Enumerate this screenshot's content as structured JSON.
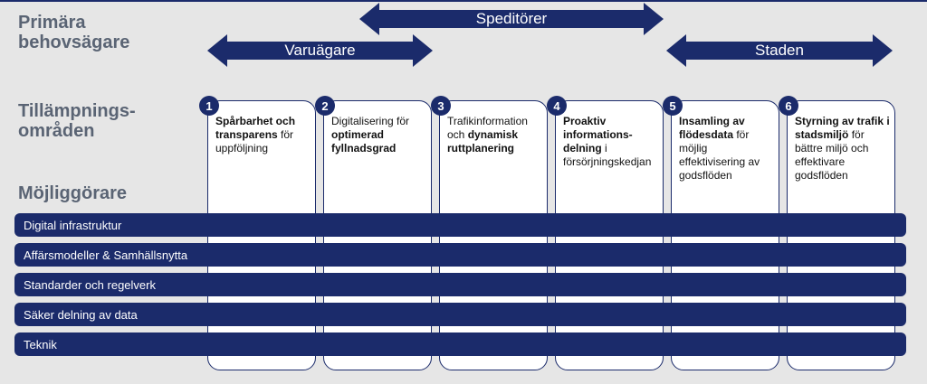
{
  "labels": {
    "primary_owners": "Primära\nbehovsägare",
    "application_areas": "Tillämpnings-\nområden",
    "enablers": "Möjliggörare"
  },
  "arrows": {
    "forwarders": "Speditörer",
    "cargo_owners": "Varuägare",
    "city": "Staden"
  },
  "cards": [
    {
      "num": "1",
      "parts": [
        {
          "t": "Spårbarhet och transparens",
          "b": true
        },
        {
          "t": " för uppföljning",
          "b": false
        }
      ]
    },
    {
      "num": "2",
      "parts": [
        {
          "t": "Digitalisering för ",
          "b": false
        },
        {
          "t": "optimerad fyllnadsgrad",
          "b": true
        }
      ]
    },
    {
      "num": "3",
      "parts": [
        {
          "t": "Trafikinformation och ",
          "b": false
        },
        {
          "t": "dynamisk ruttplanering",
          "b": true
        }
      ]
    },
    {
      "num": "4",
      "parts": [
        {
          "t": "Proaktiv informations-delning",
          "b": true
        },
        {
          "t": " i försörjningskedjan",
          "b": false
        }
      ]
    },
    {
      "num": "5",
      "parts": [
        {
          "t": "Insamling av flödesdata",
          "b": true
        },
        {
          "t": " för möjlig effektivisering av godsflöden",
          "b": false
        }
      ]
    },
    {
      "num": "6",
      "parts": [
        {
          "t": "Styrning av trafik i stadsmiljö",
          "b": true
        },
        {
          "t": " för bättre miljö och effektivare godsflöden",
          "b": false
        }
      ]
    }
  ],
  "bars": [
    "Digital infrastruktur",
    "Affärsmodeller & Samhällsnytta",
    "Standarder och regelverk",
    "Säker delning av data",
    "Teknik"
  ],
  "colors": {
    "navy": "#1b2b6b",
    "label_gray": "#5a6474",
    "background": "#e6e6e6"
  }
}
